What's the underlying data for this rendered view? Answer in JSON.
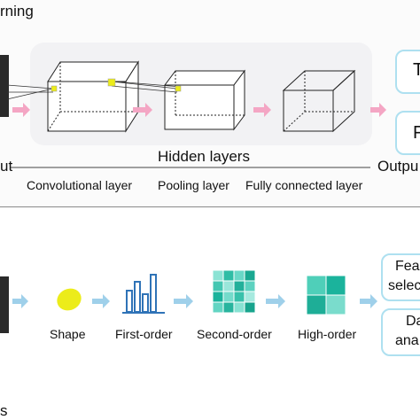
{
  "top_panel": {
    "title": "rning",
    "hidden_layers_label": "Hidden layers",
    "input_label": "ut",
    "output_label": "Outpu",
    "layer_labels": [
      "Convolutional layer",
      "Pooling layer",
      "Fully connected layer"
    ],
    "outputs": [
      "T",
      "F"
    ]
  },
  "bottom_panel": {
    "feature_labels": [
      "Shape",
      "First-order",
      "Second-order",
      "High-order"
    ],
    "outputs": [
      {
        "line1": "Fea",
        "line2": "selec"
      },
      {
        "line1": "Da",
        "line2": "ana"
      }
    ],
    "footer_fragment": "s"
  },
  "colors": {
    "arrow_pink": "#f4a6c4",
    "arrow_blue": "#9fd0ea",
    "shape_yellow": "#ecec1a",
    "bar_blue": "#2f73b7",
    "heatmap_teal": "#1bb39c"
  }
}
